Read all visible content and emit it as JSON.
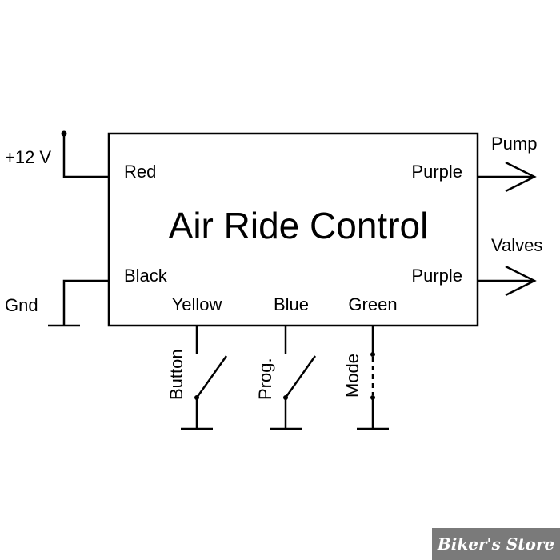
{
  "diagram": {
    "title": "Air Ride Control",
    "power": {
      "label": "+12 V",
      "wire": "Red"
    },
    "ground": {
      "label": "Gnd",
      "wire": "Black"
    },
    "outputs": [
      {
        "label": "Pump",
        "wire": "Purple"
      },
      {
        "label": "Valves",
        "wire": "Purple"
      }
    ],
    "bottom_wires": [
      {
        "wire": "Yellow",
        "switch": "Button"
      },
      {
        "wire": "Blue",
        "switch": "Prog."
      },
      {
        "wire": "Green",
        "switch": "Mode"
      }
    ]
  },
  "watermark": {
    "text": "Biker's Store"
  }
}
